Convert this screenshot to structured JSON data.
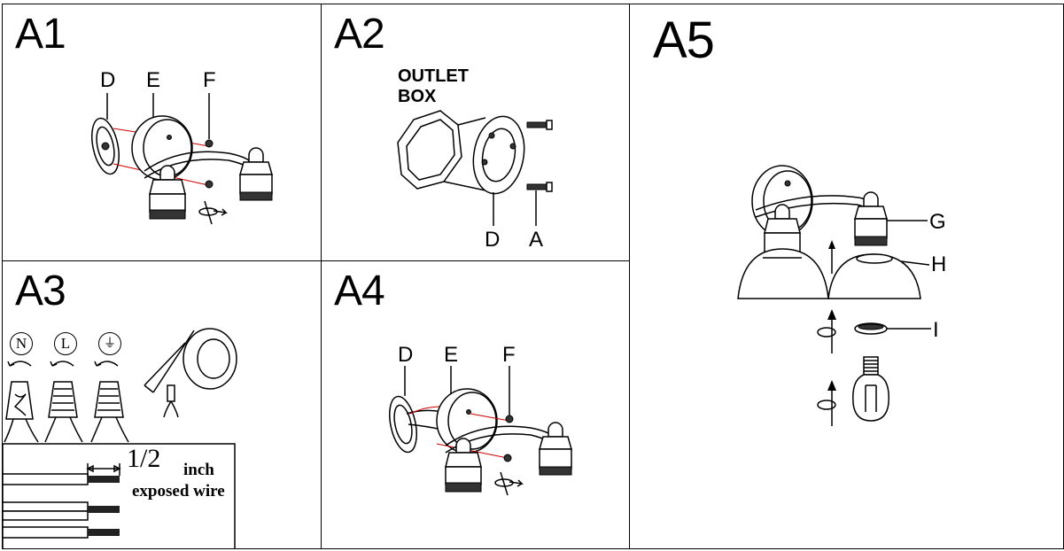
{
  "panels": {
    "a1": {
      "title": "A1",
      "labels": {
        "d": "D",
        "e": "E",
        "f": "F"
      }
    },
    "a2": {
      "title": "A2",
      "outlet_box": "OUTLET\nBOX",
      "labels": {
        "d": "D",
        "a": "A"
      }
    },
    "a3": {
      "title": "A3",
      "wire_symbols": [
        "N",
        "L",
        "⏚"
      ],
      "measure": "1/2",
      "unit": "inch",
      "caption": "exposed wire"
    },
    "a4": {
      "title": "A4",
      "labels": {
        "d": "D",
        "e": "E",
        "f": "F"
      }
    },
    "a5": {
      "title": "A5",
      "labels": {
        "g": "G",
        "h": "H",
        "i": "I"
      }
    }
  }
}
